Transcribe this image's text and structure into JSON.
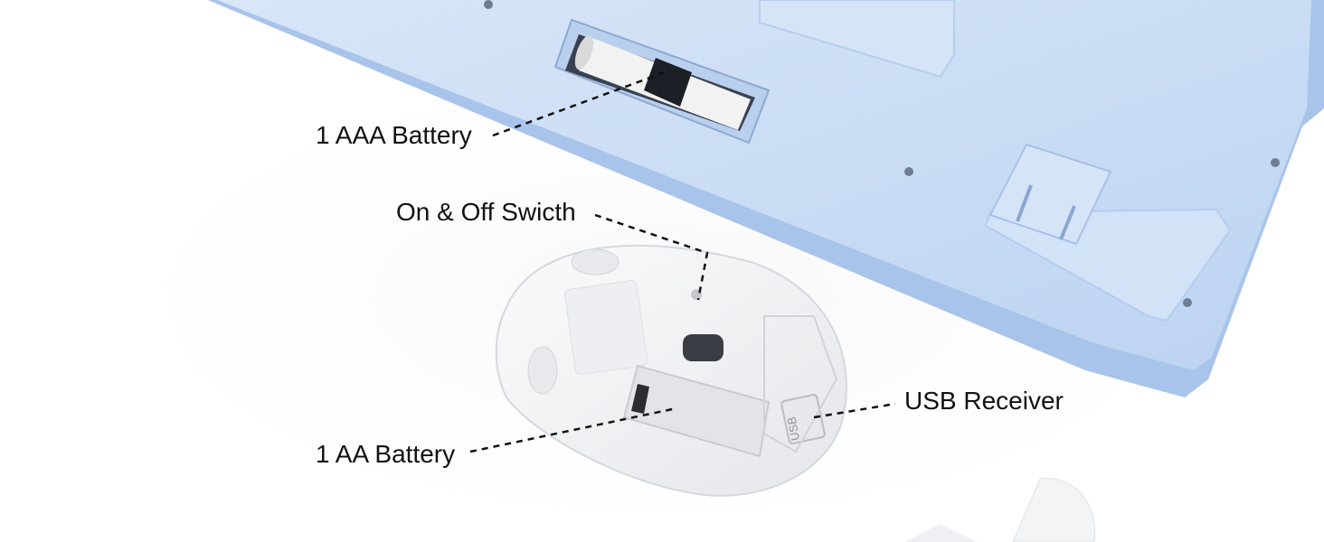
{
  "labels": {
    "aaa_battery": "1 AAA Battery",
    "switch": "On & Off Swicth",
    "usb_receiver": "USB Receiver",
    "aa_battery": "1 AA Battery",
    "usb_print": "USB"
  },
  "colors": {
    "keyboard_body": "#c9dbf4",
    "keyboard_edge": "#a9c4ea",
    "mouse_body": "#f4f5f7",
    "leader_line": "#111111",
    "background": "#ffffff"
  }
}
